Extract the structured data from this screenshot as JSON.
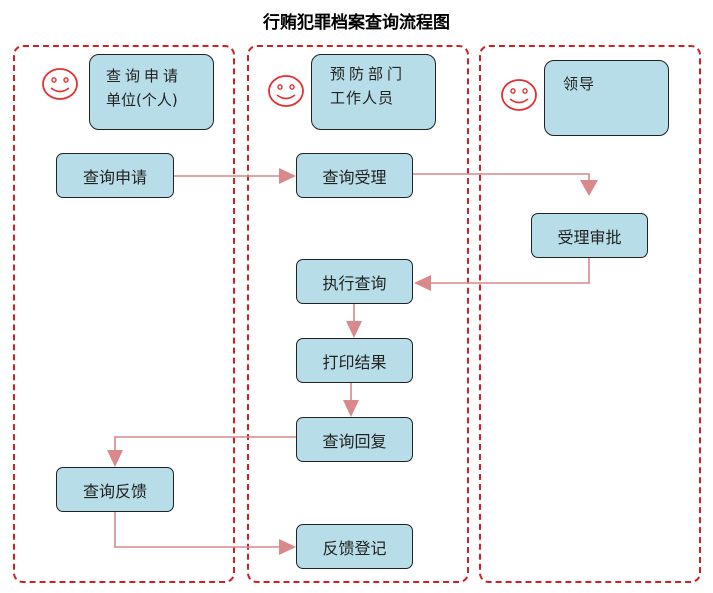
{
  "title": "行贿犯罪档案查询流程图",
  "lanes": [
    {
      "role_lines": [
        "查询申请",
        "单位(个人)"
      ]
    },
    {
      "role_lines": [
        "预防部门",
        "工作人员"
      ]
    },
    {
      "role_lines": [
        "领导"
      ]
    }
  ],
  "steps": {
    "query_apply": "查询申请",
    "query_accept": "查询受理",
    "accept_approve": "受理审批",
    "execute_query": "执行查询",
    "print_result": "打印结果",
    "query_reply": "查询回复",
    "query_feedback": "查询反馈",
    "feedback_register": "反馈登记"
  },
  "colors": {
    "lane_border": "#d21f26",
    "box_fill": "#b7dde8",
    "arrow": "#d9888c",
    "smiley": "#e03030"
  }
}
